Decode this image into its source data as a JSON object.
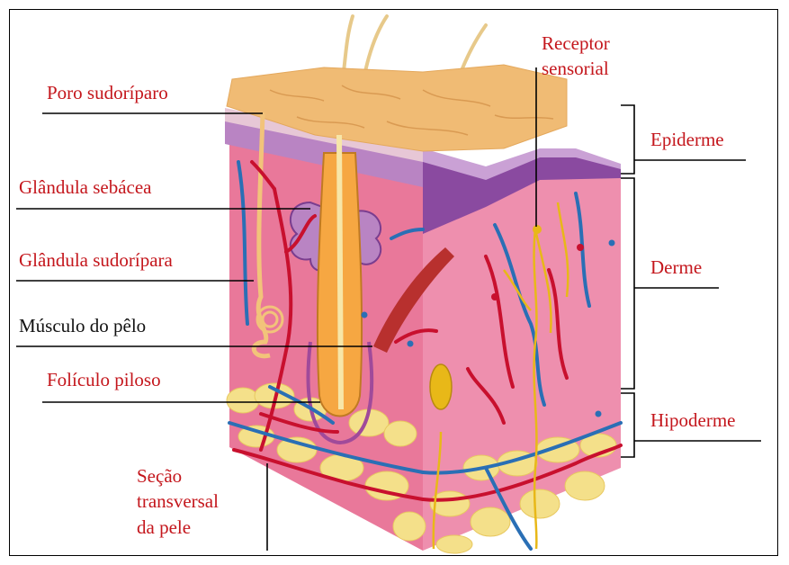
{
  "labels": {
    "poro": "Poro sudoríparo",
    "sebacea": "Glândula sebácea",
    "sudoripara": "Glândula sudorípara",
    "musculo": "Músculo do pêlo",
    "foliculo": "Folículo piloso",
    "secao_1": "Seção",
    "secao_2": "transversal",
    "secao_3": "da pele",
    "receptor_1": "Receptor",
    "receptor_2": "sensorial",
    "epiderme": "Epiderme",
    "derme": "Derme",
    "hipoderme": "Hipoderme"
  },
  "colors": {
    "label_red": "#c4161c",
    "label_black": "#111111",
    "epidermis_top": "#f0bb74",
    "epidermis_layer": "#b984c3",
    "dermis": "#e9789a",
    "hypodermis_fat": "#f4e08a",
    "artery": "#c8102e",
    "vein": "#2a6fb5",
    "nerve": "#e8b818"
  }
}
